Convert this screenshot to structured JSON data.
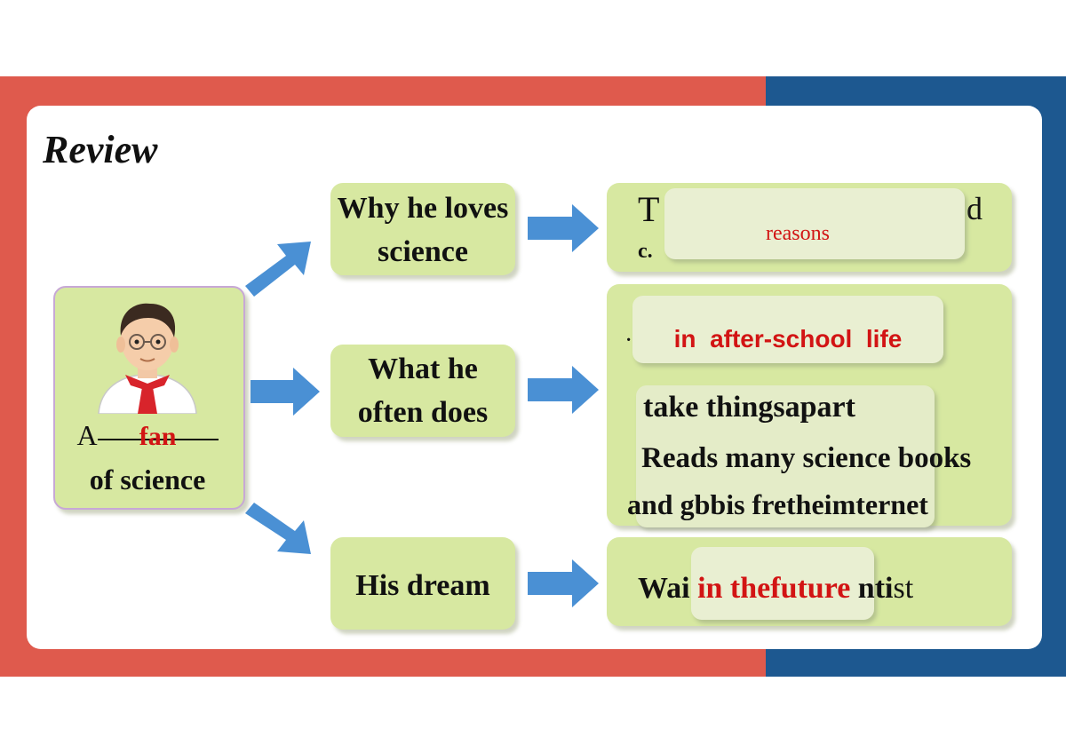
{
  "title": "Review",
  "center": {
    "line1_prefix": "A",
    "blank_answer": "fan",
    "line2": "of science"
  },
  "questions": [
    {
      "text": "Why he loves science"
    },
    {
      "text": "What he often does"
    },
    {
      "text": "His dream"
    }
  ],
  "answers": {
    "why": {
      "covered_letter_1": "T",
      "covered_letter_2": "d",
      "covered_letter_3": "c.",
      "overlay_text": "reasons"
    },
    "does": {
      "bullet": "·",
      "overlay_text": "in  after-school  life",
      "line1": "take thingsapart",
      "line2": "Reads many science books",
      "line3": "and gbbis fretheimternet"
    },
    "dream": {
      "prefix": "Wai",
      "overlay_text": "in thefuture",
      "suffix_bold": "nti",
      "suffix_plain": "st"
    }
  },
  "colors": {
    "box": "#d7e8a1",
    "arrow": "#4a90d4",
    "answer_red": "#d21414",
    "band_red": "#df5a4d",
    "band_blue": "#1d5890"
  }
}
